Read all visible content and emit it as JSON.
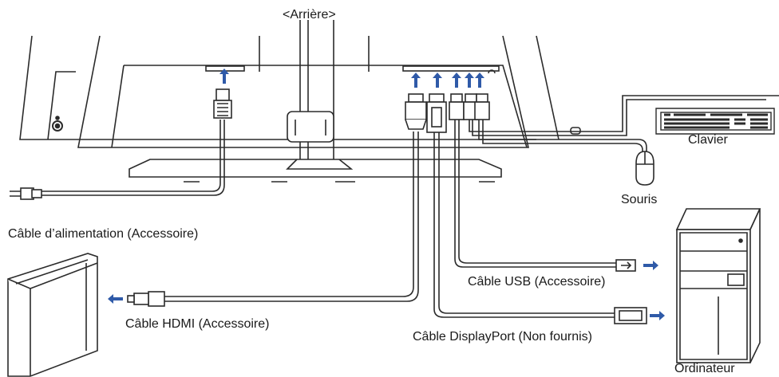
{
  "view_title": "<Arrière>",
  "labels": {
    "power_cable": "Câble d’alimentation (Accessoire)",
    "hdmi_cable": "Câble HDMI (Accessoire)",
    "usb_cable": "Câble USB (Accessoire)",
    "displayport_cable": "Câble DisplayPort (Non fournis)",
    "keyboard": "Clavier",
    "mouse": "Souris",
    "computer": "Ordinateur"
  },
  "colors": {
    "line": "#2b2b2b",
    "arrow": "#2f5aa8"
  }
}
